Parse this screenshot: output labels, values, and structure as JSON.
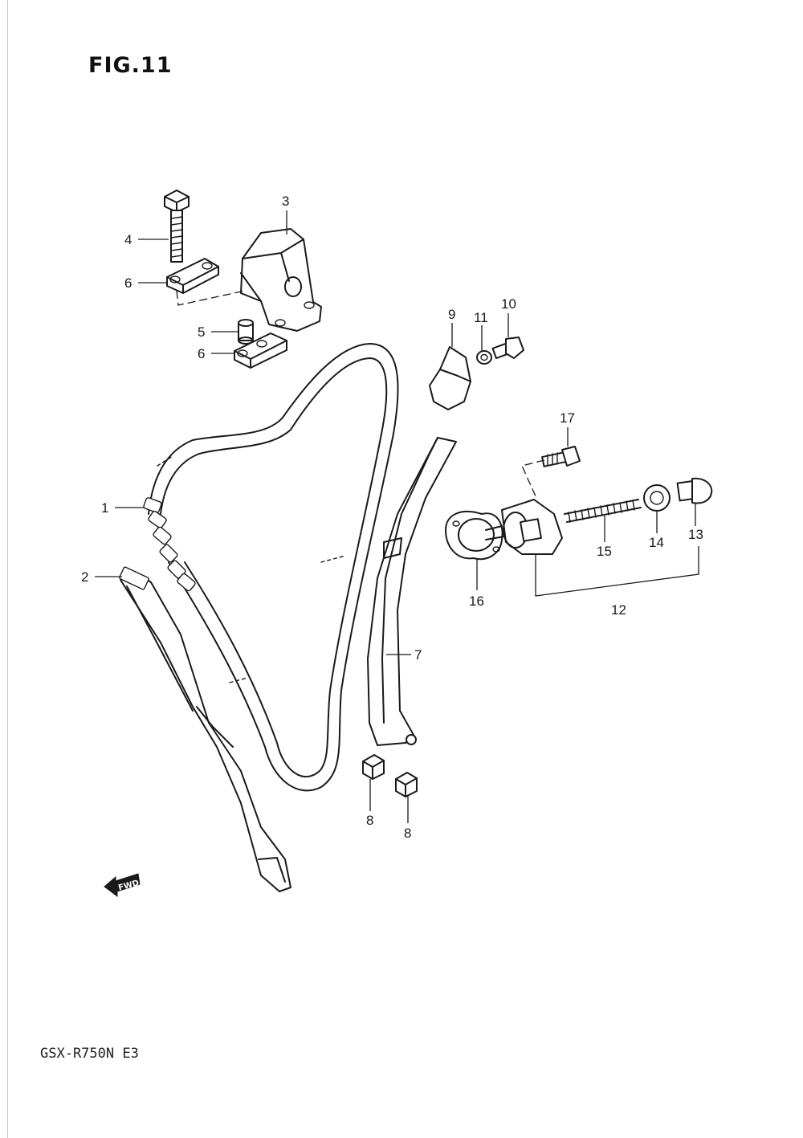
{
  "figure": {
    "title": "FIG.11",
    "model_code": "GSX-R750N E3",
    "direction_label": "FWD"
  },
  "callouts": [
    {
      "id": "c1",
      "label": "1"
    },
    {
      "id": "c2",
      "label": "2"
    },
    {
      "id": "c3",
      "label": "3"
    },
    {
      "id": "c4",
      "label": "4"
    },
    {
      "id": "c5",
      "label": "5"
    },
    {
      "id": "c6a",
      "label": "6"
    },
    {
      "id": "c6b",
      "label": "6"
    },
    {
      "id": "c7",
      "label": "7"
    },
    {
      "id": "c8a",
      "label": "8"
    },
    {
      "id": "c8b",
      "label": "8"
    },
    {
      "id": "c9",
      "label": "9"
    },
    {
      "id": "c10",
      "label": "10"
    },
    {
      "id": "c11",
      "label": "11"
    },
    {
      "id": "c12",
      "label": "12"
    },
    {
      "id": "c13",
      "label": "13"
    },
    {
      "id": "c14",
      "label": "14"
    },
    {
      "id": "c15",
      "label": "15"
    },
    {
      "id": "c16",
      "label": "16"
    },
    {
      "id": "c17",
      "label": "17"
    }
  ]
}
